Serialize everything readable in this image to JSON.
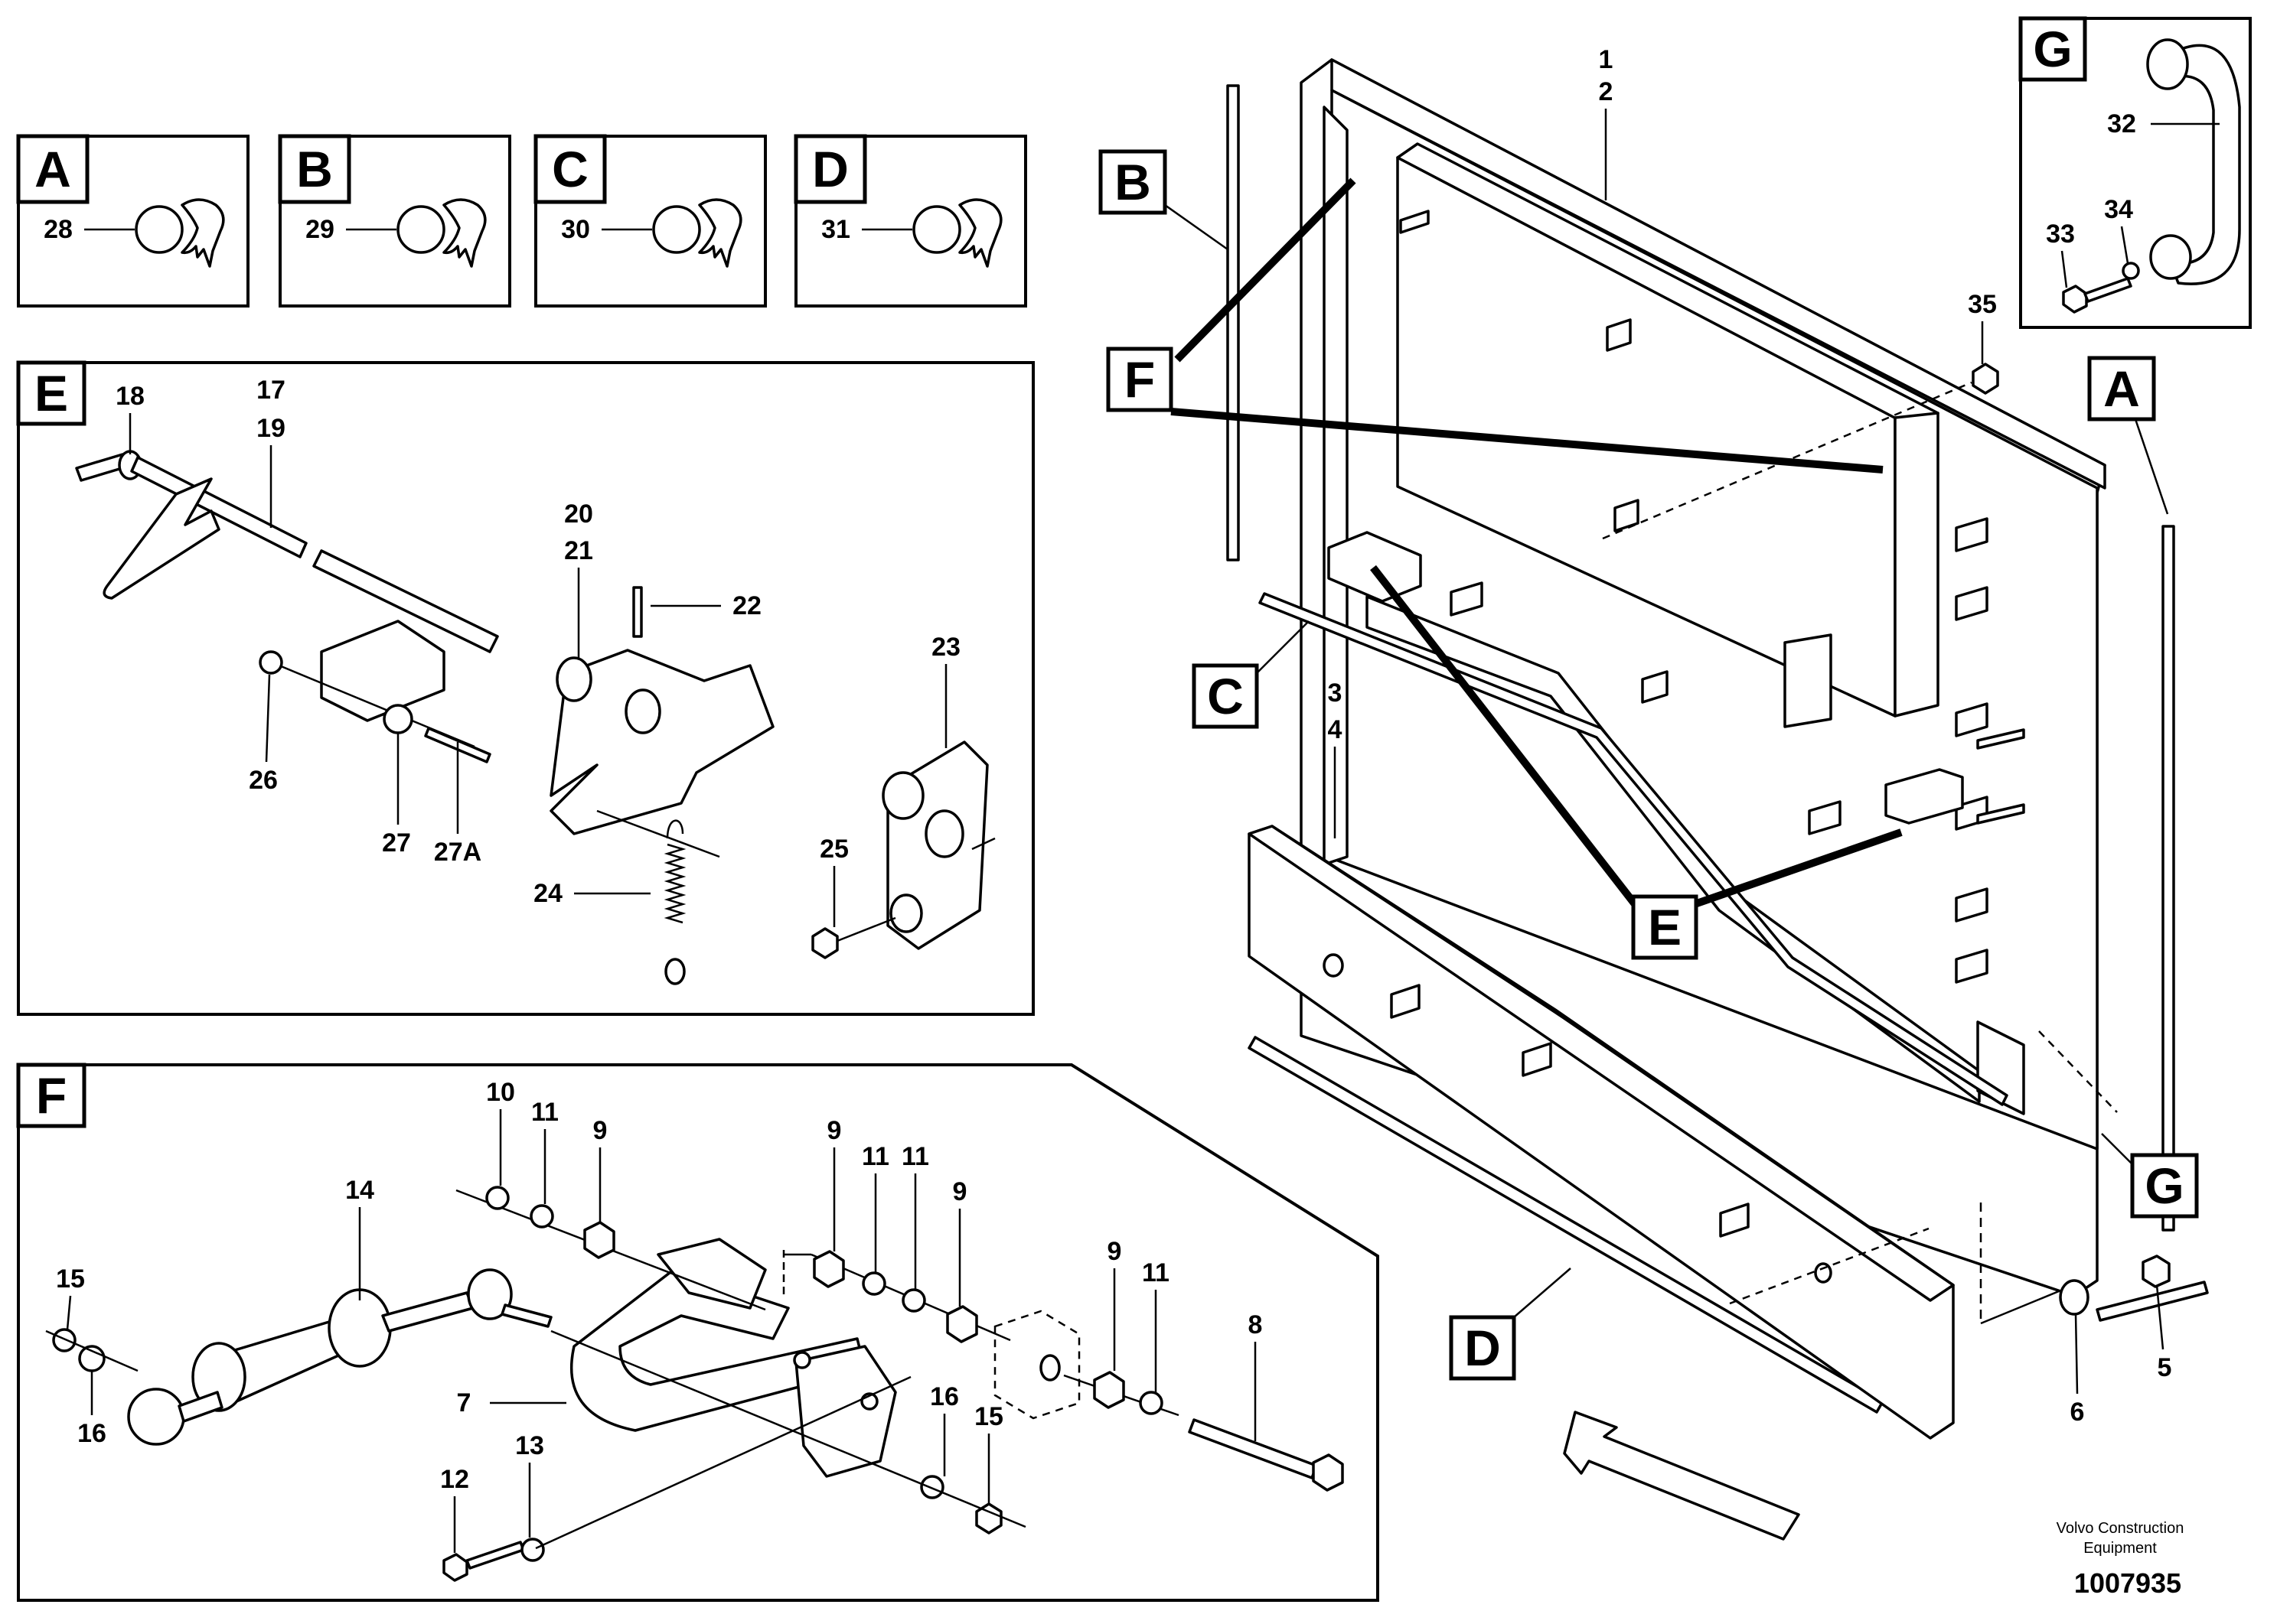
{
  "detail_labels": [
    "A",
    "B",
    "C",
    "D",
    "E",
    "F",
    "G"
  ],
  "main_labels": {
    "B": "B",
    "F": "F",
    "C": "C",
    "E": "E",
    "D": "D",
    "A": "A",
    "G": "G"
  },
  "part_numbers": {
    "p1": "1",
    "p2": "2",
    "p3": "3",
    "p4": "4",
    "p5": "5",
    "p6": "6",
    "p7": "7",
    "p8": "8",
    "p9a": "9",
    "p9b": "9",
    "p9c": "9",
    "p9d": "9",
    "p10": "10",
    "p11a": "11",
    "p11b": "11",
    "p11c": "11",
    "p11d": "11",
    "p12": "12",
    "p13": "13",
    "p14": "14",
    "p15a": "15",
    "p15b": "15",
    "p16a": "16",
    "p16b": "16",
    "p17": "17",
    "p18": "18",
    "p19": "19",
    "p20": "20",
    "p21": "21",
    "p22": "22",
    "p23": "23",
    "p24": "24",
    "p25": "25",
    "p26": "26",
    "p27": "27",
    "p27a": "27A",
    "p28": "28",
    "p29": "29",
    "p30": "30",
    "p31": "31",
    "p32": "32",
    "p33": "33",
    "p34": "34",
    "p35": "35"
  },
  "footer": {
    "brand_line1": "Volvo Construction",
    "brand_line2": "Equipment",
    "drawing_number": "1007935"
  },
  "icons": [
    "edge-clip-icon",
    "direction-arrow-icon",
    "tension-spring-icon",
    "gas-strut-icon",
    "handle-icon"
  ]
}
